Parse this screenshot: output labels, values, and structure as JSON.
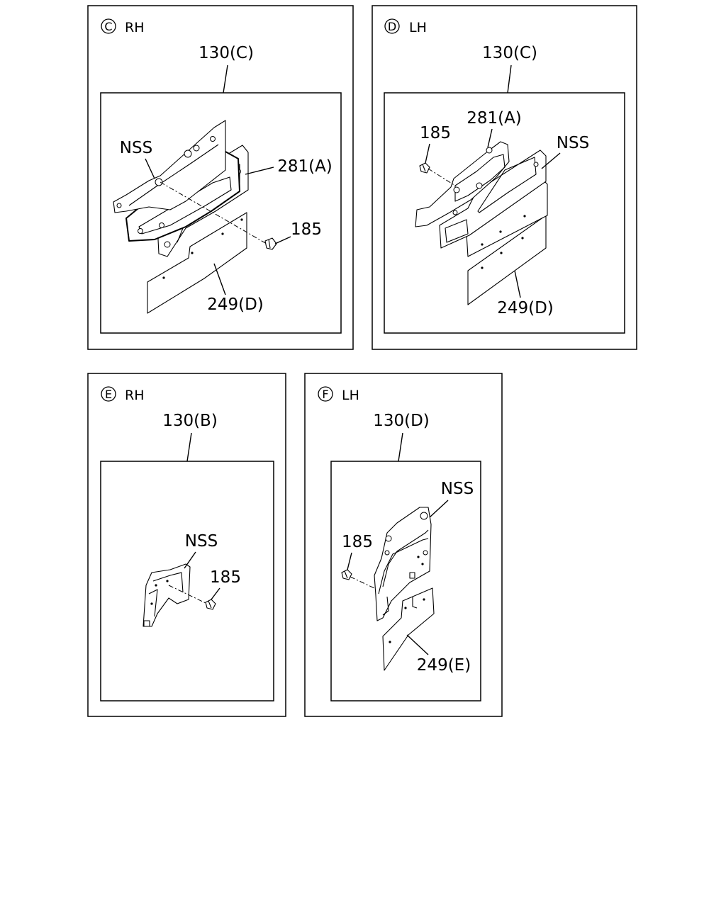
{
  "panels": [
    {
      "id": "C",
      "side": "RH",
      "assembly": "130(C)",
      "labels": {
        "nss": "NSS",
        "bracket": "281(A)",
        "screw": "185",
        "cover": "249(D)"
      }
    },
    {
      "id": "D",
      "side": "LH",
      "assembly": "130(C)",
      "labels": {
        "nss": "NSS",
        "bracket": "281(A)",
        "screw": "185",
        "cover": "249(D)"
      }
    },
    {
      "id": "E",
      "side": "RH",
      "assembly": "130(B)",
      "labels": {
        "nss": "NSS",
        "screw": "185"
      }
    },
    {
      "id": "F",
      "side": "LH",
      "assembly": "130(D)",
      "labels": {
        "nss": "NSS",
        "screw": "185",
        "cover": "249(E)"
      }
    }
  ]
}
